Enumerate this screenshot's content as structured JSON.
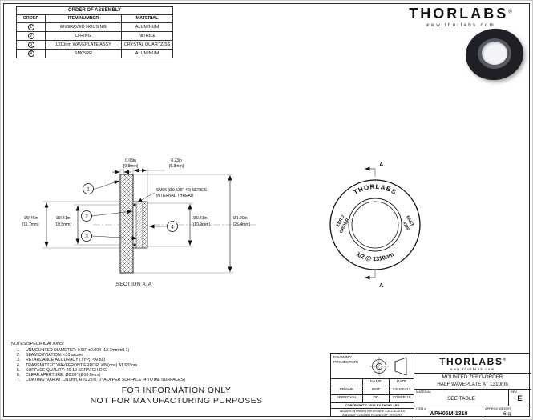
{
  "assembly_table": {
    "title": "ORDER OF ASSEMBLY",
    "headers": [
      "ORDER",
      "ITEM NUMBER",
      "MATERIAL"
    ],
    "rows": [
      {
        "order": "1",
        "item": "ENGRAVED HOUSING",
        "material": "ALUMINUM"
      },
      {
        "order": "2",
        "item": "O-RING",
        "material": "NITRILE"
      },
      {
        "order": "3",
        "item": "1310nm WAVEPLATE ASSY",
        "material": "CRYSTAL QUARTZ/SS"
      },
      {
        "order": "4",
        "item": "SM05RR",
        "material": "ALUMINUM"
      }
    ]
  },
  "brand": {
    "logo": "THORLABS",
    "reg": "®",
    "website": "www.thorlabs.com"
  },
  "section_view": {
    "label": "SECTION A-A",
    "thread_line1": "SM05 (Ø0.535\"-40) SERIES",
    "thread_line2": "INTERNAL THREAD",
    "dim_lip_in": "0.03in",
    "dim_lip_mm": "[0.8mm]",
    "dim_depth_in": "0.23in",
    "dim_depth_mm": "[5.8mm]",
    "dim_bore_in": "Ø0.46in",
    "dim_bore_mm": "[11.7mm]",
    "dim_thread_in": "Ø0.41in",
    "dim_thread_mm": "[10.5mm]",
    "dim_aperture_in": "Ø0.43in",
    "dim_aperture_mm": "[10.9mm]",
    "dim_od_in": "Ø1.00in",
    "dim_od_mm": "[25.4mm]",
    "balloon1": "1",
    "balloon2": "2",
    "balloon3": "3",
    "balloon4": "4"
  },
  "front_view": {
    "brand_arc": "THORLABS",
    "bottom_arc": "λ/2 @ 1310nm",
    "left_line1": "ZERO",
    "left_line2": "ORDER",
    "right_line1": "FAST",
    "right_line2": "AXIS",
    "marker": "A"
  },
  "notes": {
    "title": "NOTES/SPECIFICATIONS:",
    "items": [
      {
        "n": "1.",
        "t": "UNMOUNTED DIAMETER: 0.50\" ±0.004 (12.7mm ±0.1)"
      },
      {
        "n": "2.",
        "t": "BEAM DEVIATION: <10 arcsec"
      },
      {
        "n": "3.",
        "t": "RETARDANCE ACCURACY (TYP): <λ/300"
      },
      {
        "n": "4.",
        "t": "TRANSMITTED WAVEFRONT ERROR: λ/8 (rms) AT 633nm"
      },
      {
        "n": "5.",
        "t": "SURFACE QUALITY: 20-10 SCRATCH-DIG"
      },
      {
        "n": "6.",
        "t": "CLEAR APERTURE: Ø0.39\" (Ø10.0mm)"
      },
      {
        "n": "7.",
        "t": "COATING: VAR AT 1310nm, R<0.25%, 0° AOI/PER SURFACE (4 TOTAL SURFACES)"
      }
    ]
  },
  "watermark": {
    "line1": "FOR INFORMATION ONLY",
    "line2": "NOT FOR MANUFACTURING PURPOSES"
  },
  "title_block": {
    "projection_label": "DRAWING PROJECTION",
    "name_header": "NAME",
    "date_header": "DATE",
    "drawn_label": "DRAWN",
    "drawn_name": "EMT",
    "drawn_date": "23/JAN/13",
    "approval_label": "APPROVAL",
    "approval_name": "DD",
    "approval_date": "27/SEP/18",
    "copyright": "COPYRIGHT © 2018 BY THORLABS",
    "disclaimer1": "VALUES IN PARENTHESIS ARE CALCULATED",
    "disclaimer2": "AND MAY CONTAIN ROUNDOFF ERRORS",
    "logo": "THORLABS",
    "reg": "®",
    "website": "www.thorlabs.com",
    "title1": "MOUNTED ZERO-ORDER",
    "title2": "HALF WAVEPLATE AT 1310nm",
    "material_label": "MATERIAL",
    "material_value": "SEE TABLE",
    "rev_label": "REV",
    "rev_value": "E",
    "item_label": "ITEM #",
    "item_value": "WPH05M-1310",
    "weight_label": "APPROX WEIGHT",
    "weight_value": "6 g"
  }
}
